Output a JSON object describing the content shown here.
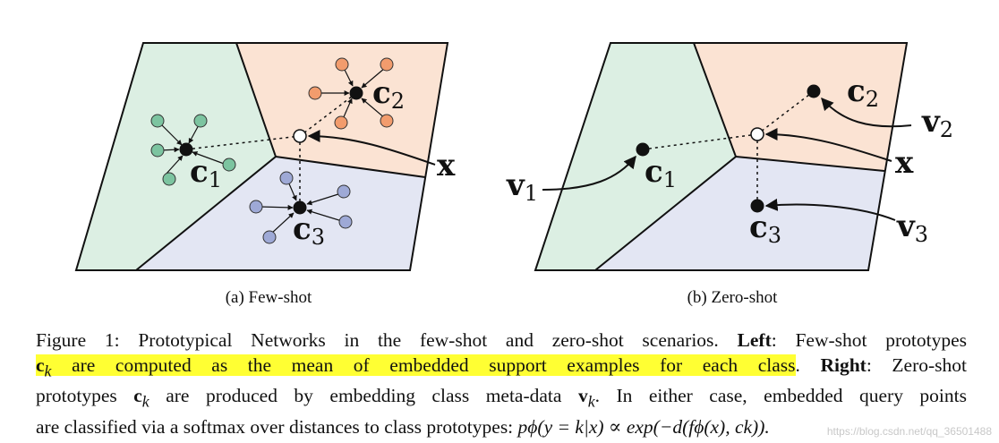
{
  "figure": {
    "left_panel": {
      "caption": "(a) Few-shot",
      "labels": {
        "c1": "c",
        "c1_sub": "1",
        "c2": "c",
        "c2_sub": "2",
        "c3": "c",
        "c3_sub": "3",
        "x": "x"
      }
    },
    "right_panel": {
      "caption": "(b) Zero-shot",
      "labels": {
        "c1": "c",
        "c1_sub": "1",
        "c2": "c",
        "c2_sub": "2",
        "c3": "c",
        "c3_sub": "3",
        "x": "x",
        "v1": "v",
        "v1_sub": "1",
        "v2": "v",
        "v2_sub": "2",
        "v3": "v",
        "v3_sub": "3"
      }
    },
    "colors": {
      "green": "#dcefe3",
      "orange": "#fbe3d3",
      "blue": "#e3e6f3",
      "green_pt": "#7cc4a0",
      "orange_pt": "#f29c6d",
      "blue_pt": "#9ea9d6",
      "highlight": "#ffff33"
    }
  },
  "caption": {
    "figure_label": "Figure 1:",
    "text1": " Prototypical Networks in the few-shot and zero-shot scenarios. ",
    "left_word": "Left",
    "text2": ": Few-shot prototypes",
    "ck_sym": "c",
    "ck_sub": "k",
    "highlighted_rest": " are computed as the mean of embedded support examples for each class",
    "period": ".",
    "right_word": "Right",
    "text3": ": Zero-shot",
    "text4": "prototypes ",
    "text5": " are produced by embedding class meta-data ",
    "text6": ". In either case, embedded query points",
    "text7": "are classified via a softmax over distances to class prototypes: ",
    "formula": "pϕ(y = k|x) ∝ exp(−d(fϕ(x), ck))."
  },
  "watermark": "https://blog.csdn.net/qq_36501488"
}
